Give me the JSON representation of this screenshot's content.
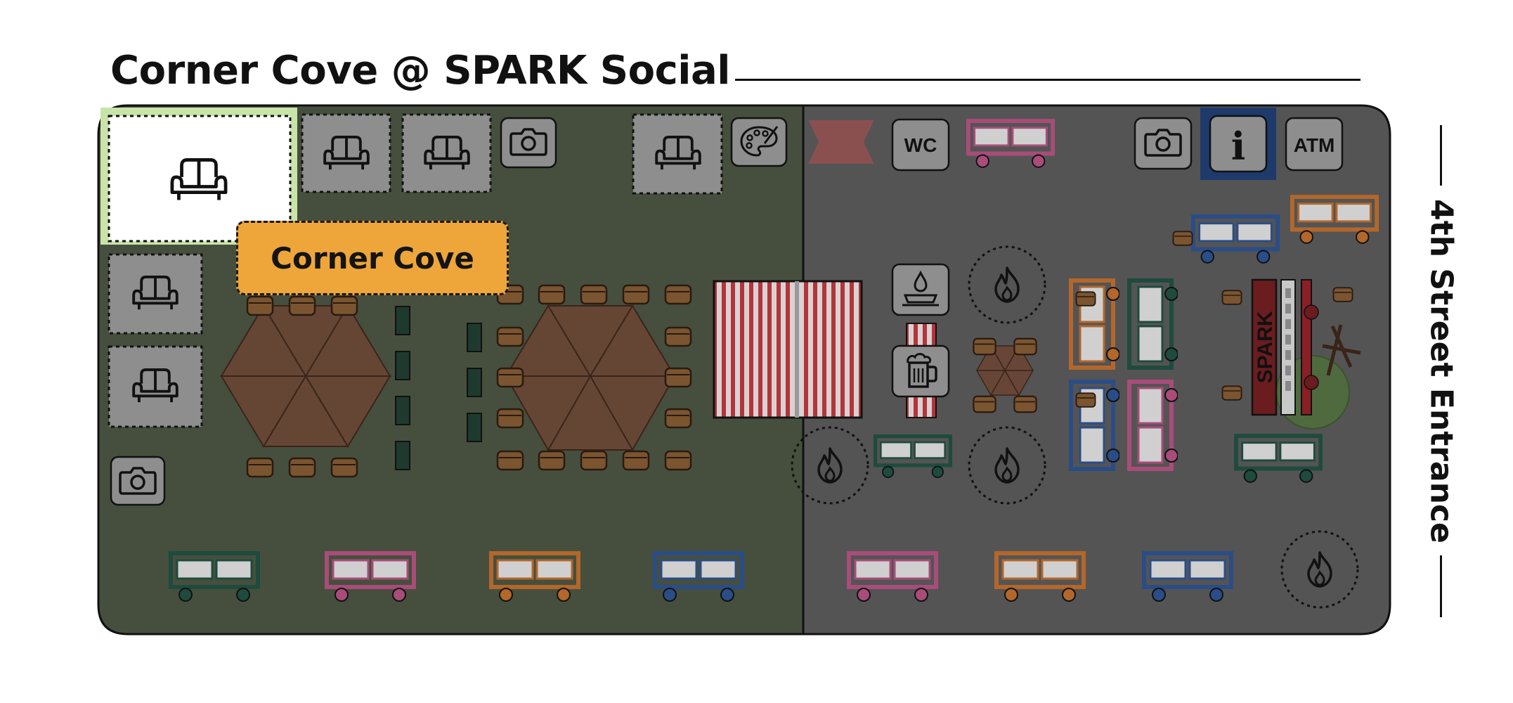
{
  "title": "Corner Cove @ SPARK Social",
  "entrance_label": "4th Street Entrance",
  "callout_label": "Corner Cove",
  "selected_zone": "Corner Cove",
  "amenity_labels": {
    "restroom": "WC",
    "info": "i",
    "atm": "ATM"
  },
  "stage_sign": "SPARK",
  "colors": {
    "lounge_zone": "#464f3d",
    "main_area": "#545454",
    "highlight_border": "#c8e4a8",
    "callout": "#eea63b",
    "truck_green": "#1e4b3d",
    "truck_pink": "#a94c7a",
    "truck_orange": "#b3672a",
    "truck_blue": "#2a4d88",
    "picnic_table": "#6b4434",
    "stool": "#7a5530",
    "striped_deck": "#b3343a",
    "info_box": "#1d3a6b"
  },
  "icons": [
    "sofa-icon",
    "camera-icon",
    "palette-icon",
    "restroom-icon",
    "info-icon",
    "atm-icon",
    "fire-pit-icon",
    "water-bowl-icon",
    "beer-icon",
    "banner-icon",
    "food-truck-icon",
    "tree-icon"
  ]
}
